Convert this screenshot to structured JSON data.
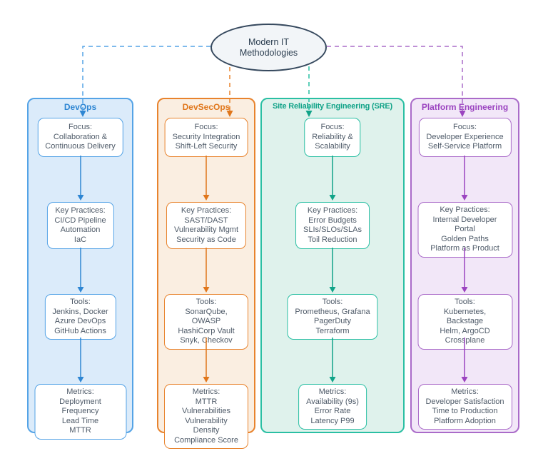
{
  "diagram": {
    "root": {
      "label": "Modern IT Methodologies",
      "colors": {
        "stroke": "#36495E",
        "fill": "#F2F5F8",
        "text": "#2C3E50"
      }
    },
    "columns": [
      {
        "id": "devops",
        "title": "DevOps",
        "colors": {
          "accent": "#54A3E6",
          "title": "#2E86D3",
          "background": "#DBEBFA",
          "arrow": "#2E86D3"
        },
        "boxes": [
          {
            "name": "focus",
            "text": "Focus:\nCollaboration &\nContinuous Delivery"
          },
          {
            "name": "key-practices",
            "text": "Key Practices:\nCI/CD Pipeline\nAutomation\nIaC"
          },
          {
            "name": "tools",
            "text": "Tools:\nJenkins, Docker\nAzure DevOps\nGitHub Actions"
          },
          {
            "name": "metrics",
            "text": "Metrics:\nDeployment Frequency\nLead Time\nMTTR"
          }
        ]
      },
      {
        "id": "devsecops",
        "title": "DevSecOps",
        "colors": {
          "accent": "#E8832D",
          "title": "#E0761B",
          "background": "#FAEEE1",
          "arrow": "#E0761B"
        },
        "boxes": [
          {
            "name": "focus",
            "text": "Focus:\nSecurity Integration\nShift-Left Security"
          },
          {
            "name": "key-practices",
            "text": "Key Practices:\nSAST/DAST\nVulnerability Mgmt\nSecurity as Code"
          },
          {
            "name": "tools",
            "text": "Tools:\nSonarQube, OWASP\nHashiCorp Vault\nSnyk, Checkov"
          },
          {
            "name": "metrics",
            "text": "Metrics:\nMTTR Vulnerabilities\nVulnerability Density\nCompliance Score"
          }
        ]
      },
      {
        "id": "sre",
        "title": "Site Reliability Engineering (SRE)",
        "colors": {
          "accent": "#2ABFA3",
          "title": "#11A388",
          "background": "#DFF2EC",
          "arrow": "#11A388"
        },
        "boxes": [
          {
            "name": "focus",
            "text": "Focus:\nReliability &\nScalability"
          },
          {
            "name": "key-practices",
            "text": "Key Practices:\nError Budgets\nSLIs/SLOs/SLAs\nToil Reduction"
          },
          {
            "name": "tools",
            "text": "Tools:\nPrometheus, Grafana\nPagerDuty\nTerraform"
          },
          {
            "name": "metrics",
            "text": "Metrics:\nAvailability (9s)\nError Rate\nLatency P99"
          }
        ]
      },
      {
        "id": "platform",
        "title": "Platform Engineering",
        "colors": {
          "accent": "#AA6BC9",
          "title": "#9B44C0",
          "background": "#F2E7F8",
          "arrow": "#9B44C0"
        },
        "boxes": [
          {
            "name": "focus",
            "text": "Focus:\nDeveloper Experience\nSelf-Service Platform"
          },
          {
            "name": "key-practices",
            "text": "Key Practices:\nInternal Developer Portal\nGolden Paths\nPlatform as Product"
          },
          {
            "name": "tools",
            "text": "Tools:\nKubernetes, Backstage\nHelm, ArgoCD\nCrossplane"
          },
          {
            "name": "metrics",
            "text": "Metrics:\nDeveloper Satisfaction\nTime to Production\nPlatform Adoption"
          }
        ]
      }
    ]
  }
}
